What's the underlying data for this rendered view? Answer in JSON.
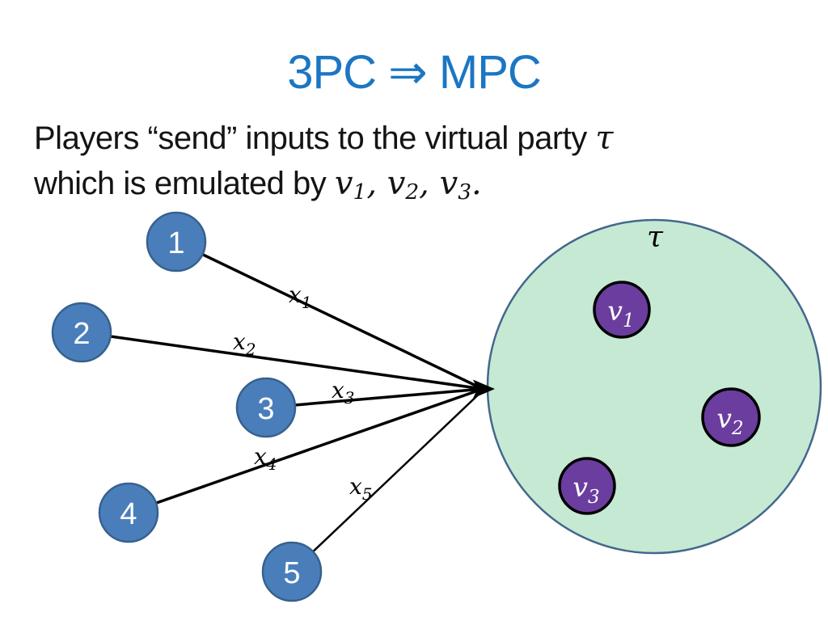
{
  "title": {
    "text": "3PC ⇒ MPC"
  },
  "subtitle": {
    "line1_text": "Players “send” inputs to the virtual party ",
    "line1_math": "τ",
    "line2_text": "which is emulated by ",
    "players_math": [
      {
        "base": "v",
        "sub": "1",
        "sep": ", "
      },
      {
        "base": "v",
        "sub": "2",
        "sep": ", "
      },
      {
        "base": "v",
        "sub": "3",
        "sep": "."
      }
    ]
  },
  "diagram": {
    "player_nodes": [
      {
        "label": "1"
      },
      {
        "label": "2"
      },
      {
        "label": "3"
      },
      {
        "label": "4"
      },
      {
        "label": "5"
      }
    ],
    "input_labels": [
      {
        "base": "x",
        "sub": "1"
      },
      {
        "base": "x",
        "sub": "2"
      },
      {
        "base": "x",
        "sub": "3"
      },
      {
        "base": "x",
        "sub": "4"
      },
      {
        "base": "x",
        "sub": "5"
      }
    ],
    "virtual_party": {
      "label": "τ"
    },
    "emulator_nodes": [
      {
        "base": "v",
        "sub": "1"
      },
      {
        "base": "v",
        "sub": "2"
      },
      {
        "base": "v",
        "sub": "3"
      }
    ]
  },
  "colors": {
    "background": "#ffffff",
    "title_text": "#1b76c4",
    "body_text": "#141414",
    "player_fill": "#4a7ebb",
    "player_stroke": "#36618e",
    "virtual_party_fill": "#c6e9d4",
    "virtual_party_stroke": "#44678c",
    "emulator_fill": "#6a3d9e",
    "emulator_stroke": "#000000",
    "arrow": "#000000"
  }
}
